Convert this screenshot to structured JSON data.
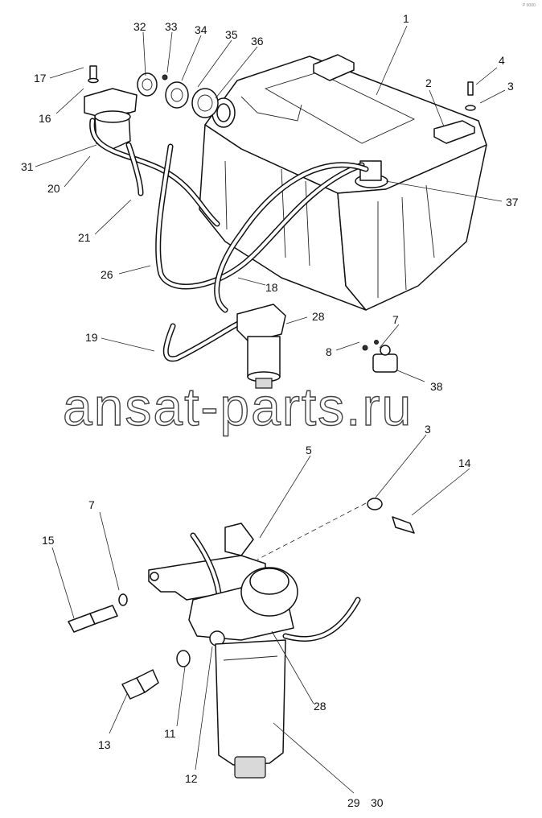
{
  "watermark": "ansat-parts.ru",
  "corner_mark": "P 0000",
  "callouts": {
    "n1": "1",
    "n2": "2",
    "n3_top": "3",
    "n4": "4",
    "n7_top": "7",
    "n8": "8",
    "n16": "16",
    "n17": "17",
    "n18": "18",
    "n19": "19",
    "n20": "20",
    "n21": "21",
    "n26": "26",
    "n28_top": "28",
    "n31": "31",
    "n32": "32",
    "n33": "33",
    "n34": "34",
    "n35": "35",
    "n36": "36",
    "n37": "37",
    "n38": "38",
    "n3_bottom": "3",
    "n5": "5",
    "n7_bottom": "7",
    "n11": "11",
    "n12": "12",
    "n13": "13",
    "n14": "14",
    "n15": "15",
    "n28_bottom": "28",
    "n29": "29",
    "n30": "30"
  }
}
